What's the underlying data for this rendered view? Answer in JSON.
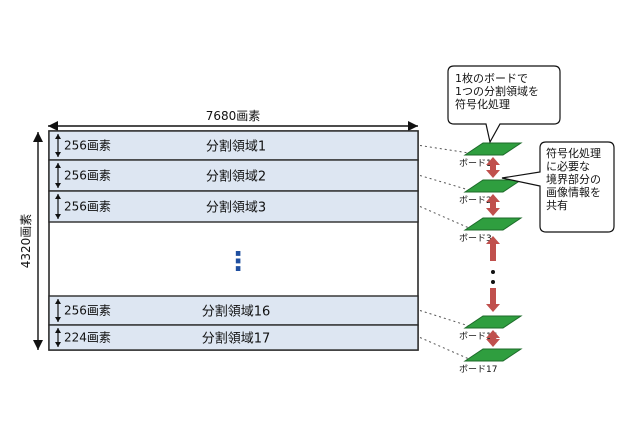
{
  "width_label": "7680画素",
  "height_label": "4320画素",
  "ellipsis": "⋮",
  "strips": [
    {
      "px_label": "256画素",
      "region_label": "分割領域1"
    },
    {
      "px_label": "256画素",
      "region_label": "分割領域2"
    },
    {
      "px_label": "256画素",
      "region_label": "分割領域3"
    },
    {
      "px_label": "256画素",
      "region_label": "分割領域16"
    },
    {
      "px_label": "224画素",
      "region_label": "分割領域17"
    }
  ],
  "boards": [
    {
      "label": "ボード1"
    },
    {
      "label": "ボード2"
    },
    {
      "label": "ボード3"
    },
    {
      "label": "ボード16"
    },
    {
      "label": "ボード17"
    }
  ],
  "callout_top": {
    "lines": [
      "1枚のボードで",
      "1つの分割領域を",
      "符号化処理"
    ]
  },
  "callout_right": {
    "lines": [
      "符号化処理",
      "に必要な",
      "境界部分の",
      "画像情報を",
      "共有"
    ]
  },
  "colors": {
    "strip_fill": "#dde6f2",
    "outline": "#2b2b2b",
    "board_green": "#2f9e3f",
    "board_dark": "#1d6b2a",
    "share_arrow": "#c0504d"
  }
}
